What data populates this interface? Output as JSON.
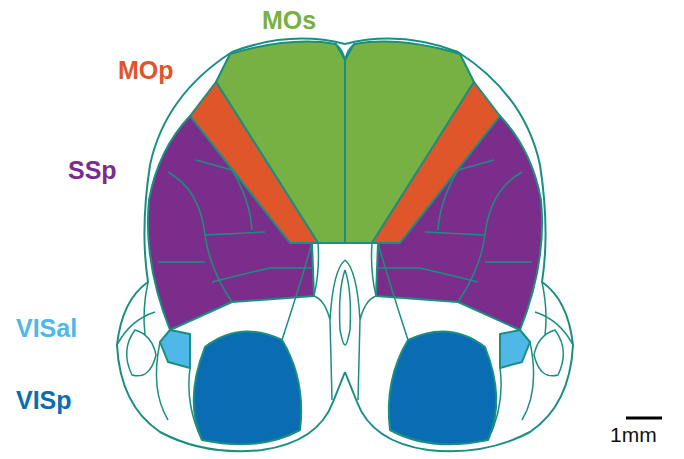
{
  "diagram": {
    "labels": [
      "MOs",
      "MOp",
      "SSp",
      "VISal",
      "VISp",
      "1mm"
    ]
  }
}
